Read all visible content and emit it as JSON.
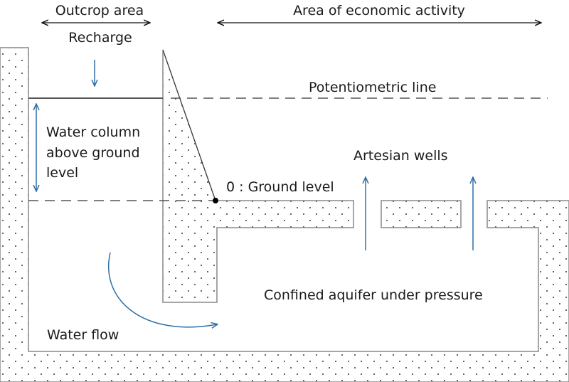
{
  "labels": {
    "outcrop_area": "Outcrop area",
    "economic_area": "Area of economic activity",
    "recharge": "Recharge",
    "potentiometric_line": "Potentiometric line",
    "water_column": [
      "Water column",
      "above ground",
      "level"
    ],
    "artesian_wells": "Artesian wells",
    "ground_level": "0 : Ground level",
    "confined_aquifer": "Confined aquifer under pressure",
    "water_flow": "Water flow"
  },
  "colors": {
    "arrow": "#2f6ea5",
    "line": "#555555",
    "text": "#1a1a1a",
    "dots": "#333333"
  }
}
